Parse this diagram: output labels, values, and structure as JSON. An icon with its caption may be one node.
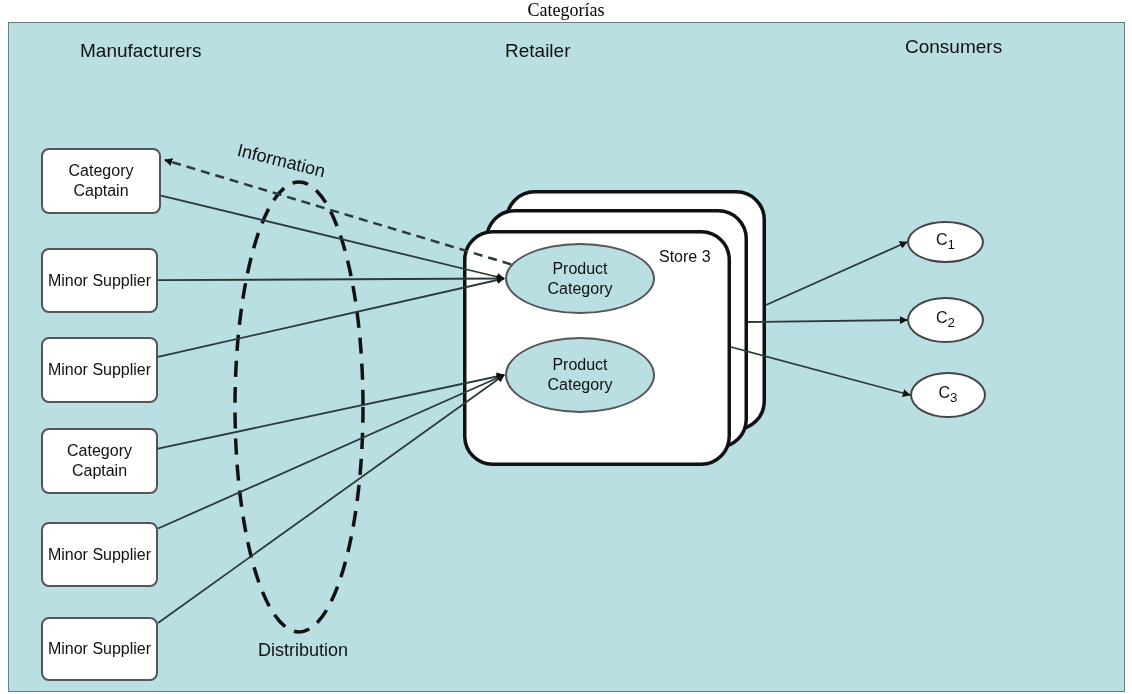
{
  "diagram": {
    "title": "Categorías",
    "nodes": [
      {
        "text": [
          "Category Captain"
        ]
      },
      {
        "text": [
          "Minor Supplier"
        ]
      },
      {
        "text": [
          "Minor Supplier"
        ]
      },
      {
        "text": [
          "Category Captain"
        ]
      },
      {
        "text": [
          "Minor Supplier"
        ]
      },
      {
        "text": [
          "Minor Supplier"
        ]
      },
      {
        "text": [
          "Store 3"
        ]
      },
      {
        "text": [
          "Product Category"
        ],
        "in": 6
      },
      {
        "text": [
          "Product Category"
        ],
        "in": 6
      },
      {
        "text": [
          "C$_{1}$"
        ]
      },
      {
        "text": [
          "C$_{2}$"
        ]
      },
      {
        "text": [
          "C$_{3}$"
        ]
      }
    ],
    "edges": [
      {
        "from": 0,
        "to": 7,
        "arrow": "to"
      },
      {
        "from": 7,
        "to": 0,
        "arrow": "to",
        "style": "dashed"
      },
      {
        "from": 1,
        "to": 7,
        "arrow": "to"
      },
      {
        "from": 2,
        "to": 7,
        "arrow": "to"
      },
      {
        "from": 3,
        "to": 8,
        "arrow": "to"
      },
      {
        "from": 4,
        "to": 8,
        "arrow": "to"
      },
      {
        "from": 5,
        "to": 8,
        "arrow": "to"
      },
      {
        "from": 6,
        "to": 9,
        "arrow": "to"
      },
      {
        "from": 6,
        "to": 10,
        "arrow": "to"
      },
      {
        "from": 6,
        "to": 11,
        "arrow": "to"
      }
    ],
    "labels": [
      "Manufacturers",
      "Retailer",
      "Consumers",
      "Information",
      "Distribution"
    ]
  }
}
